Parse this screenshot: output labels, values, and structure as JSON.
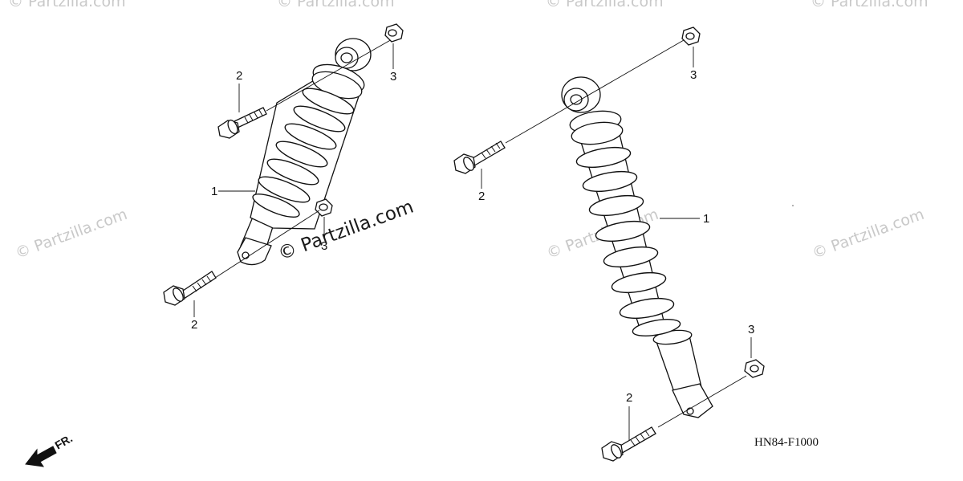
{
  "diagram": {
    "code": "HN84-F1000",
    "direction_label": "FR.",
    "watermark": "© Partzilla.com",
    "callouts": {
      "left_shock": "1",
      "left_upper_bolt": "2",
      "left_upper_nut": "3",
      "left_lower_nut": "3",
      "left_lower_bolt": "2",
      "right_upper_nut": "3",
      "right_upper_bolt": "2",
      "right_shock": "1",
      "right_lower_nut": "3",
      "right_lower_bolt": "2"
    }
  }
}
